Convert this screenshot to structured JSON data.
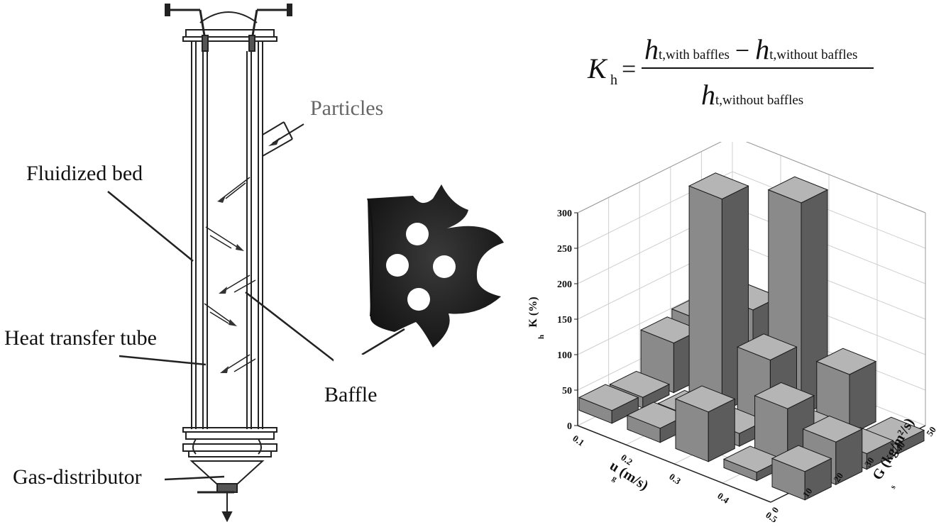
{
  "labels": {
    "particles": "Particles",
    "fluidized_bed": "Fluidized bed",
    "heat_transfer_tube": "Heat transfer tube",
    "baffle": "Baffle",
    "gas_distributor": "Gas-distributor"
  },
  "formula": {
    "lhs": "K",
    "lhs_sub": "h",
    "eq": "=",
    "h": "h",
    "minus": "−",
    "sub_with": "t,with baffles",
    "sub_without": "t,without baffles"
  },
  "chart_data": {
    "type": "bar3d",
    "z_label": "K (%)",
    "z_label_sub": "h",
    "x_label": "u (m/s)",
    "x_label_sub": "g",
    "y_label": "G (kg/m²/s)",
    "y_label_sub": "s",
    "x_ticks": [
      "0.1",
      "0.2",
      "0.3",
      "0.4",
      "0.5"
    ],
    "y_ticks": [
      "0",
      "10",
      "20",
      "30",
      "40",
      "50"
    ],
    "z_ticks": [
      "0",
      "50",
      "100",
      "150",
      "200",
      "250",
      "300"
    ],
    "zlim": [
      0,
      300
    ],
    "grid": true,
    "bars": [
      {
        "x": "0.1",
        "y": "40",
        "value": 78
      },
      {
        "x": "0.2",
        "y": "40",
        "value": 122
      },
      {
        "x": "0.3",
        "y": "40",
        "value": 300
      },
      {
        "x": "0.4",
        "y": "40",
        "value": 85
      },
      {
        "x": "0.5",
        "y": "40",
        "value": 15
      },
      {
        "x": "0.1",
        "y": "30",
        "value": 70
      },
      {
        "x": "0.2",
        "y": "30",
        "value": 300
      },
      {
        "x": "0.3",
        "y": "30",
        "value": 100
      },
      {
        "x": "0.4",
        "y": "30",
        "value": 20
      },
      {
        "x": "0.5",
        "y": "30",
        "value": 22
      },
      {
        "x": "0.1",
        "y": "20",
        "value": 15
      },
      {
        "x": "0.2",
        "y": "20",
        "value": 15
      },
      {
        "x": "0.3",
        "y": "20",
        "value": 18
      },
      {
        "x": "0.4",
        "y": "20",
        "value": 80
      },
      {
        "x": "0.5",
        "y": "20",
        "value": 60
      },
      {
        "x": "0.1",
        "y": "10",
        "value": 18
      },
      {
        "x": "0.2",
        "y": "10",
        "value": 20
      },
      {
        "x": "0.3",
        "y": "10",
        "value": 70
      },
      {
        "x": "0.4",
        "y": "10",
        "value": 12
      },
      {
        "x": "0.5",
        "y": "10",
        "value": 40
      }
    ]
  }
}
